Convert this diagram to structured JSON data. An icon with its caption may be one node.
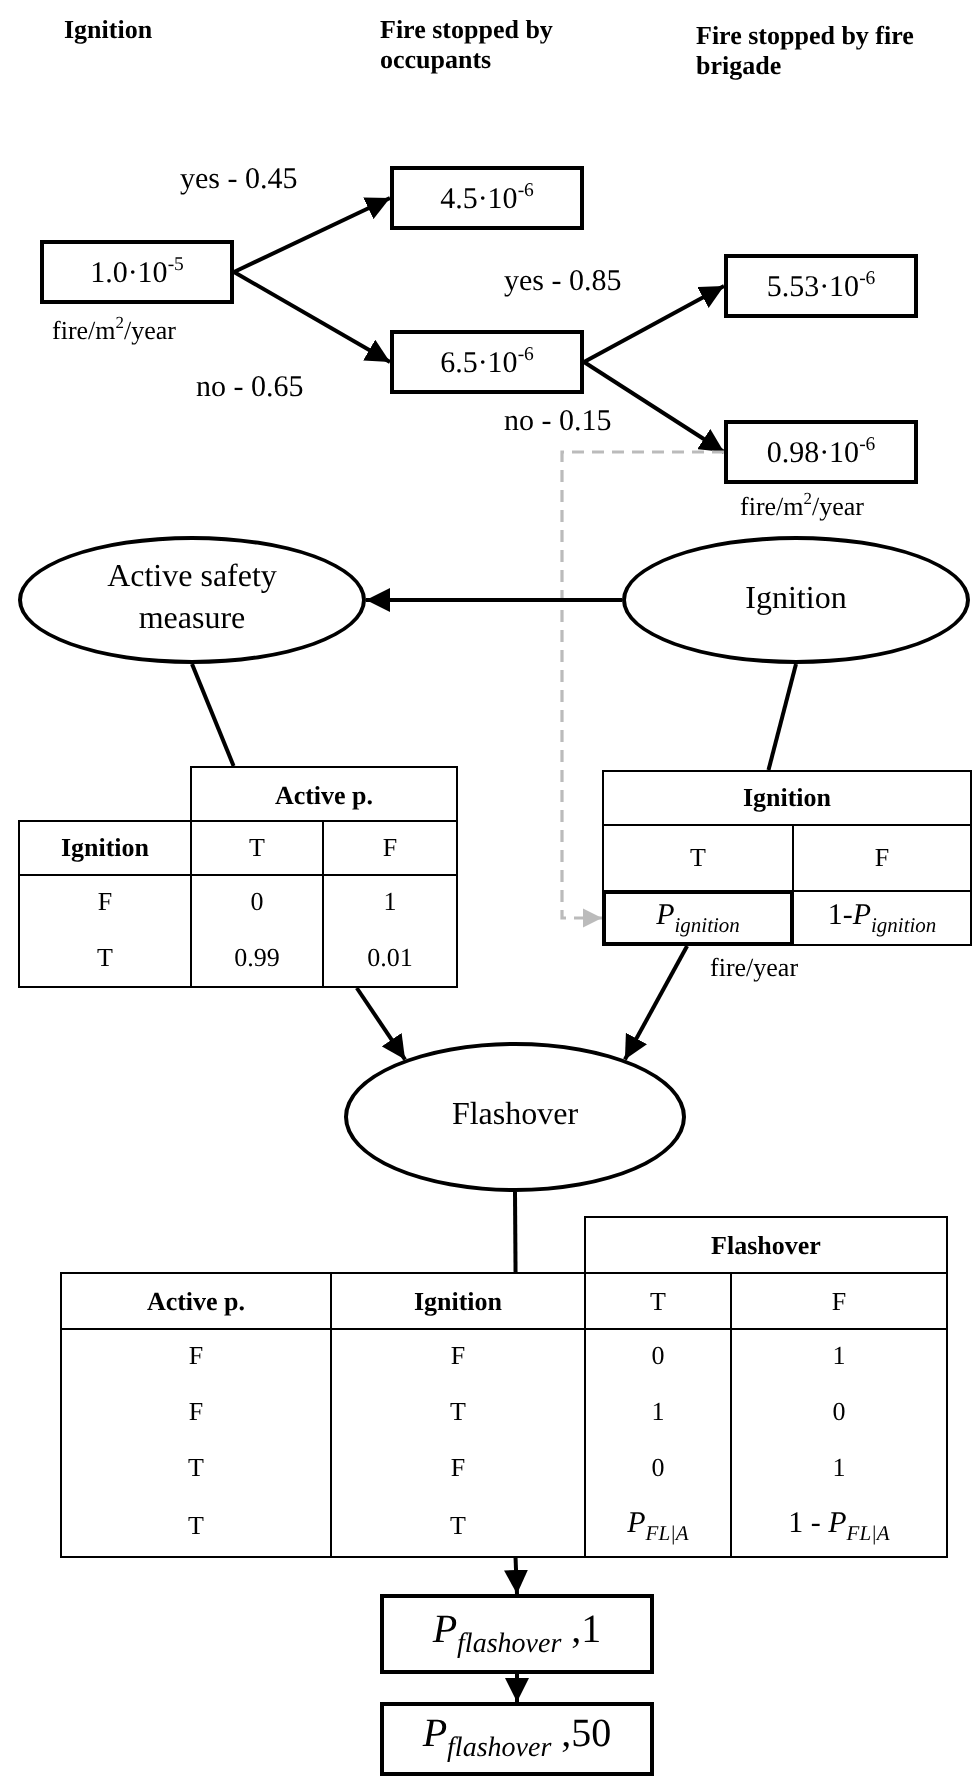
{
  "diagram": {
    "nodes": [
      {
        "text": [
          "1.0·10$^{-5}$"
        ],
        "beside": [
          "fire/m$^{2}$/year"
        ]
      },
      {
        "text": [
          "4.5·10$^{-6}$"
        ]
      },
      {
        "text": [
          "6.5·10$^{-6}$"
        ]
      },
      {
        "text": [
          "5.53·10$^{-6}$"
        ]
      },
      {
        "text": [
          "0.98·10$^{-6}$"
        ],
        "beside": [
          "fire/m$^{2}$/year"
        ]
      },
      {
        "text": [
          "Active safety measure"
        ]
      },
      {
        "text": [
          "Ignition"
        ]
      },
      {
        "text": [
          "Active p.",
          "Ignition",
          "T",
          "F",
          "F",
          "0",
          "1",
          "T",
          "0.99",
          "0.01"
        ]
      },
      {
        "text": [
          "Ignition",
          "T",
          "F",
          "1-*P*$_{ignition}$"
        ],
        "beside": [
          "fire/year"
        ]
      },
      {
        "text": [
          "*P*$_{ignition}$"
        ],
        "in": 8
      },
      {
        "text": [
          "Flashover"
        ]
      },
      {
        "text": [
          "Flashover",
          "Active p.",
          "Ignition",
          "T",
          "F",
          "F",
          "F",
          "0",
          "1",
          "F",
          "T",
          "1",
          "0",
          "T",
          "F",
          "0",
          "1",
          "T",
          "T",
          "*P*$_{FL|A}$",
          "1 - *P*$_{FL|A}$"
        ]
      },
      {
        "text": [
          "*P*$_{flashover}$ ,1"
        ]
      },
      {
        "text": [
          "*P*$_{flashover}$ ,50"
        ]
      }
    ],
    "edges": [
      {
        "from": 0,
        "to": 1,
        "arrow": "to",
        "label": "yes - 0.45"
      },
      {
        "from": 0,
        "to": 2,
        "arrow": "to",
        "label": "no - 0.65"
      },
      {
        "from": 2,
        "to": 3,
        "arrow": "to",
        "label": "yes - 0.85"
      },
      {
        "from": 2,
        "to": 4,
        "arrow": "to",
        "label": "no - 0.15"
      },
      {
        "from": 4,
        "to": 9,
        "arrow": "to",
        "style": "dashed",
        "color": "#bbbbbb"
      },
      {
        "from": 6,
        "to": 5,
        "arrow": "to"
      },
      {
        "from": 5,
        "to": 7,
        "arrow": "none"
      },
      {
        "from": 6,
        "to": 8,
        "arrow": "none"
      },
      {
        "from": 7,
        "to": 10,
        "arrow": "to"
      },
      {
        "from": 8,
        "to": 10,
        "arrow": "to"
      },
      {
        "from": 10,
        "to": 11,
        "arrow": "none"
      },
      {
        "from": 11,
        "to": 12,
        "arrow": "to"
      },
      {
        "from": 12,
        "to": 13,
        "arrow": "to"
      }
    ],
    "labels": [
      "Ignition",
      "Fire stopped by occupants",
      "Fire stopped by fire brigade"
    ]
  }
}
